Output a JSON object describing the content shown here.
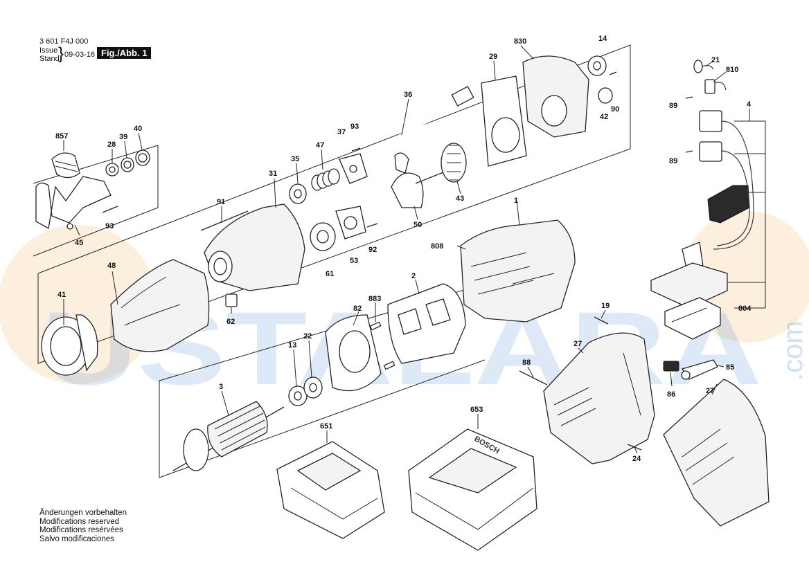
{
  "header": {
    "code": "3 601 F4J 000",
    "issue_label": "Issue",
    "stand_label": "Stand",
    "date": "09-03-16",
    "figure": "Fig./Abb. 1"
  },
  "footer": {
    "lines": [
      "Änderungen vorbehalten",
      "Modifications reserved",
      "Modifications resérvées",
      "Salvo modificaciones"
    ]
  },
  "watermark": {
    "text": "USTALARA",
    "suffix": ".com",
    "color": "#2b78c5"
  },
  "brand_on_charger": "BOSCH",
  "callouts": {
    "p857": "857",
    "p28": "28",
    "p39": "39",
    "p40": "40",
    "p93a": "93",
    "p45": "45",
    "p48": "48",
    "p41": "41",
    "p91": "91",
    "p31": "31",
    "p62": "62",
    "p35": "35",
    "p47": "47",
    "p37": "37",
    "p93b": "93",
    "p61": "61",
    "p53": "53",
    "p92": "92",
    "p36": "36",
    "p50": "50",
    "p43": "43",
    "p29": "29",
    "p830": "830",
    "p14": "14",
    "p90": "90",
    "p42": "42",
    "p1": "1",
    "p808": "808",
    "p2": "2",
    "p883": "883",
    "p82": "82",
    "p13": "13",
    "p22": "22",
    "p3": "3",
    "p651": "651",
    "p653": "653",
    "p88": "88",
    "p19": "19",
    "p27a": "27",
    "p24": "24",
    "p27b": "27",
    "p85": "85",
    "p86": "86",
    "p21": "21",
    "p810": "810",
    "p89a": "89",
    "p4": "4",
    "p89b": "89",
    "p804": "804"
  }
}
